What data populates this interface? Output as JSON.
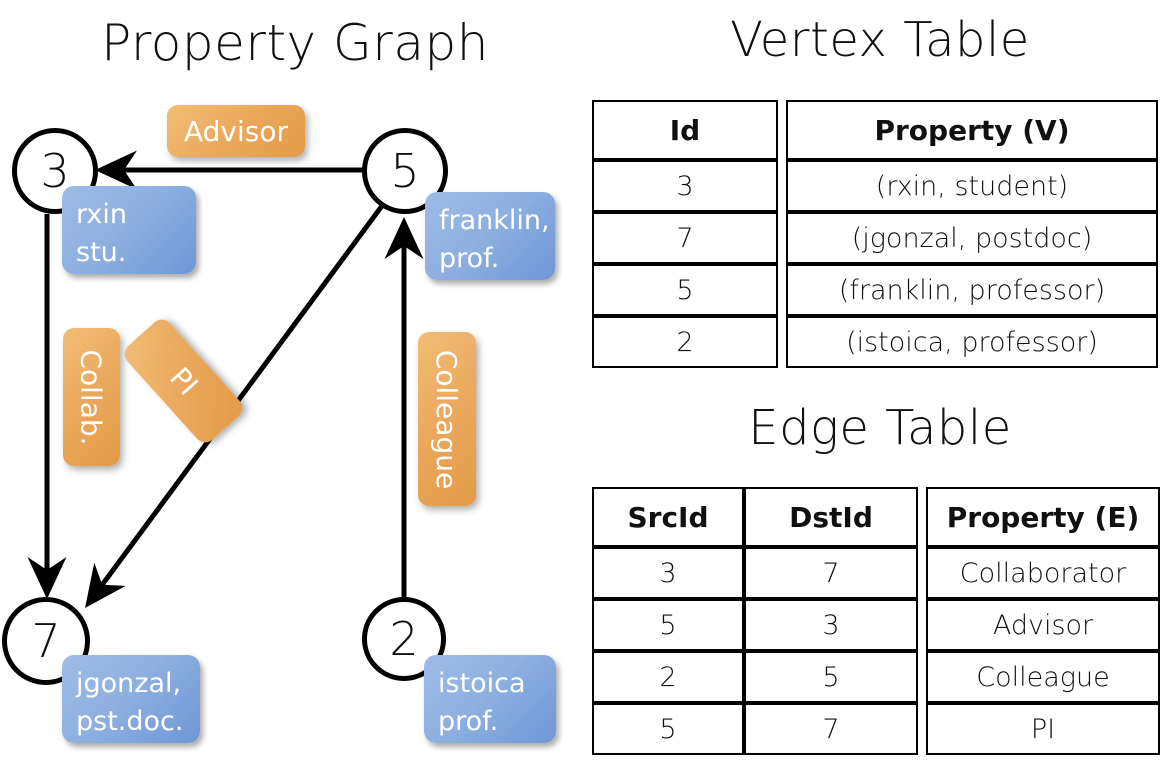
{
  "titles": {
    "property_graph": "Property Graph",
    "vertex_table": "Vertex Table",
    "edge_table": "Edge Table"
  },
  "colors": {
    "vertex_property_fill": "#d3e0f3",
    "edge_property_fill": "#f7dfc4",
    "vertex_box_fill": "#8fb0e0",
    "edge_label_fill": "#eaa85c",
    "stroke": "#000000",
    "background": "#ffffff"
  },
  "graph": {
    "nodes": [
      {
        "id": "3",
        "prop_line1": "rxin",
        "prop_line2": "stu."
      },
      {
        "id": "5",
        "prop_line1": "franklin,",
        "prop_line2": "prof."
      },
      {
        "id": "7",
        "prop_line1": "jgonzal,",
        "prop_line2": "pst.doc."
      },
      {
        "id": "2",
        "prop_line1": "istoica",
        "prop_line2": "prof."
      }
    ],
    "edge_labels": [
      {
        "key": "advisor",
        "text": "Advisor",
        "orientation": "horizontal"
      },
      {
        "key": "collab",
        "text": "Collab.",
        "orientation": "vertical"
      },
      {
        "key": "pi",
        "text": "PI",
        "orientation": "diagonal"
      },
      {
        "key": "colleague",
        "text": "Colleague",
        "orientation": "vertical"
      }
    ],
    "edges": [
      {
        "from": "5",
        "to": "3",
        "label": "Advisor"
      },
      {
        "from": "3",
        "to": "7",
        "label": "Collab."
      },
      {
        "from": "5",
        "to": "7",
        "label": "PI"
      },
      {
        "from": "2",
        "to": "5",
        "label": "Colleague"
      }
    ]
  },
  "vertex_table": {
    "headers": [
      "Id",
      "Property (V)"
    ],
    "rows": [
      {
        "id": "3",
        "property": "(rxin, student)"
      },
      {
        "id": "7",
        "property": "(jgonzal, postdoc)"
      },
      {
        "id": "5",
        "property": "(franklin, professor)"
      },
      {
        "id": "2",
        "property": "(istoica, professor)"
      }
    ]
  },
  "edge_table": {
    "headers": [
      "SrcId",
      "DstId",
      "Property (E)"
    ],
    "rows": [
      {
        "src": "3",
        "dst": "7",
        "property": "Collaborator"
      },
      {
        "src": "5",
        "dst": "3",
        "property": "Advisor"
      },
      {
        "src": "2",
        "dst": "5",
        "property": "Colleague"
      },
      {
        "src": "5",
        "dst": "7",
        "property": "PI"
      }
    ]
  }
}
